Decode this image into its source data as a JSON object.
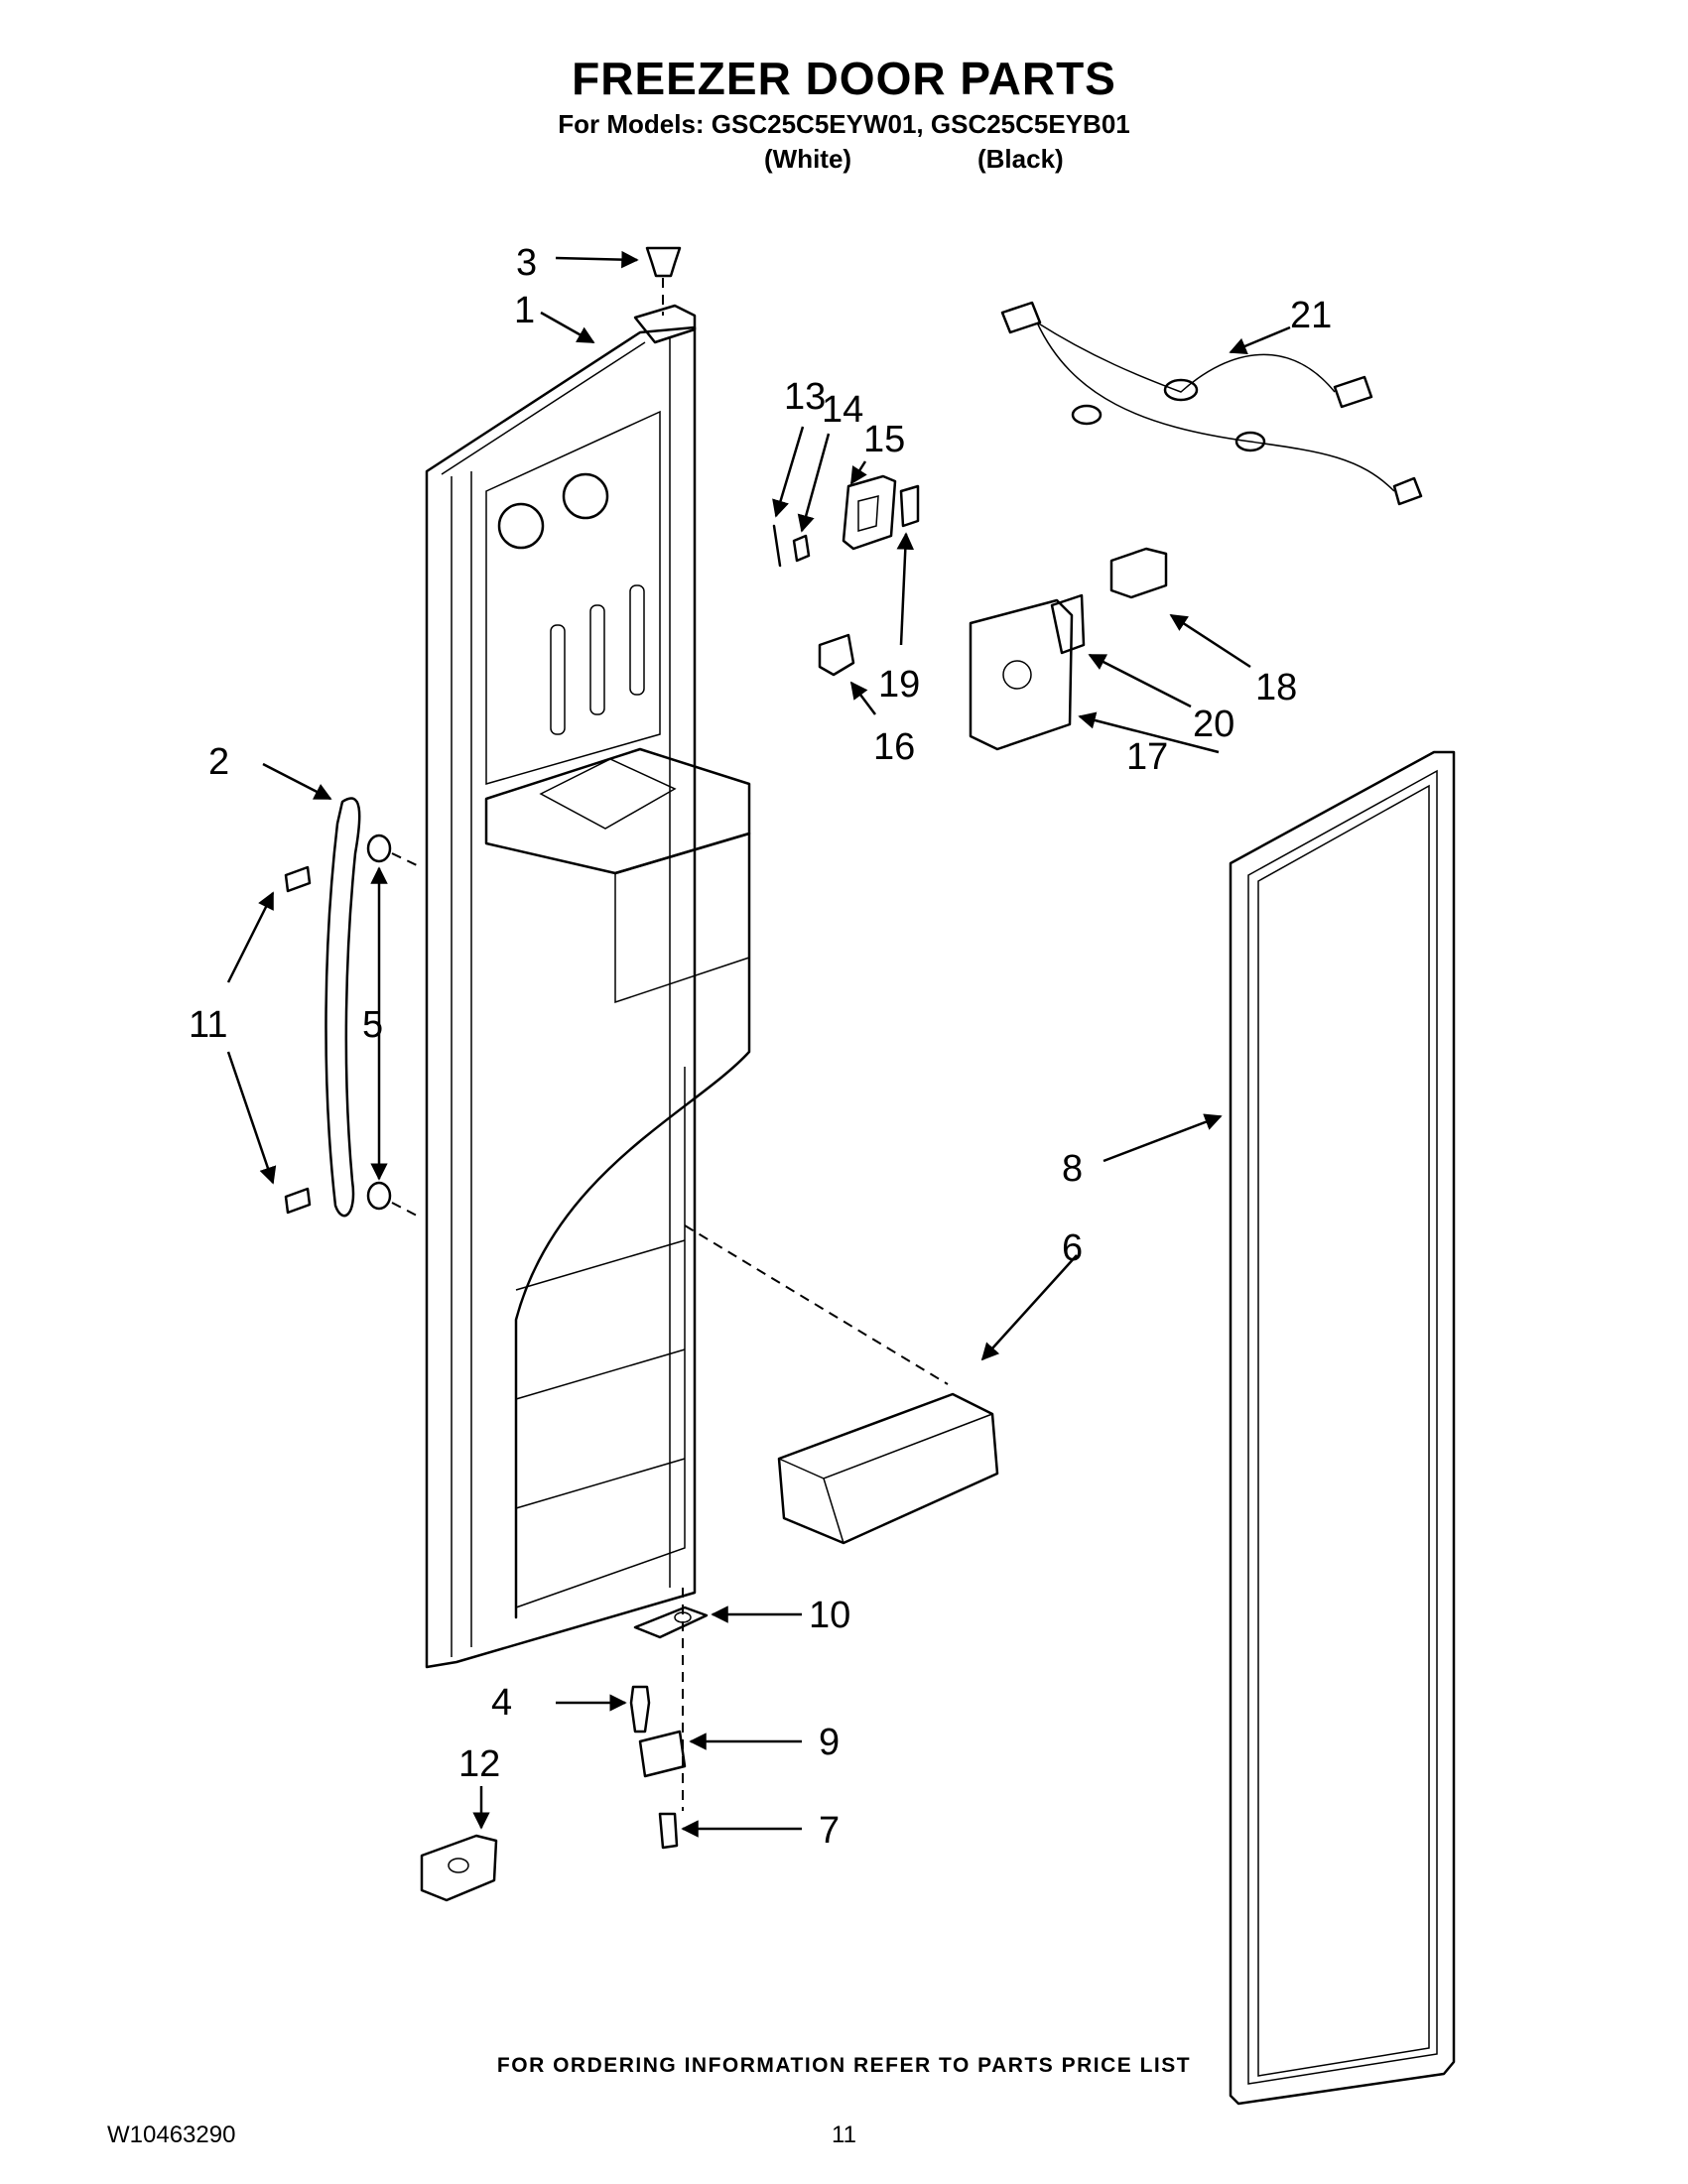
{
  "title": "FREEZER DOOR PARTS",
  "subtitle": "For Models: GSC25C5EYW01, GSC25C5EYB01",
  "color_labels": [
    "(White)",
    "(Black)"
  ],
  "callouts": [
    "1",
    "2",
    "3",
    "4",
    "5",
    "6",
    "7",
    "8",
    "9",
    "10",
    "11",
    "12",
    "13",
    "14",
    "15",
    "16",
    "17",
    "18",
    "19",
    "20",
    "21"
  ],
  "footer_note": "FOR ORDERING INFORMATION REFER TO PARTS PRICE LIST",
  "document_number": "W10463290",
  "page_number": "11"
}
